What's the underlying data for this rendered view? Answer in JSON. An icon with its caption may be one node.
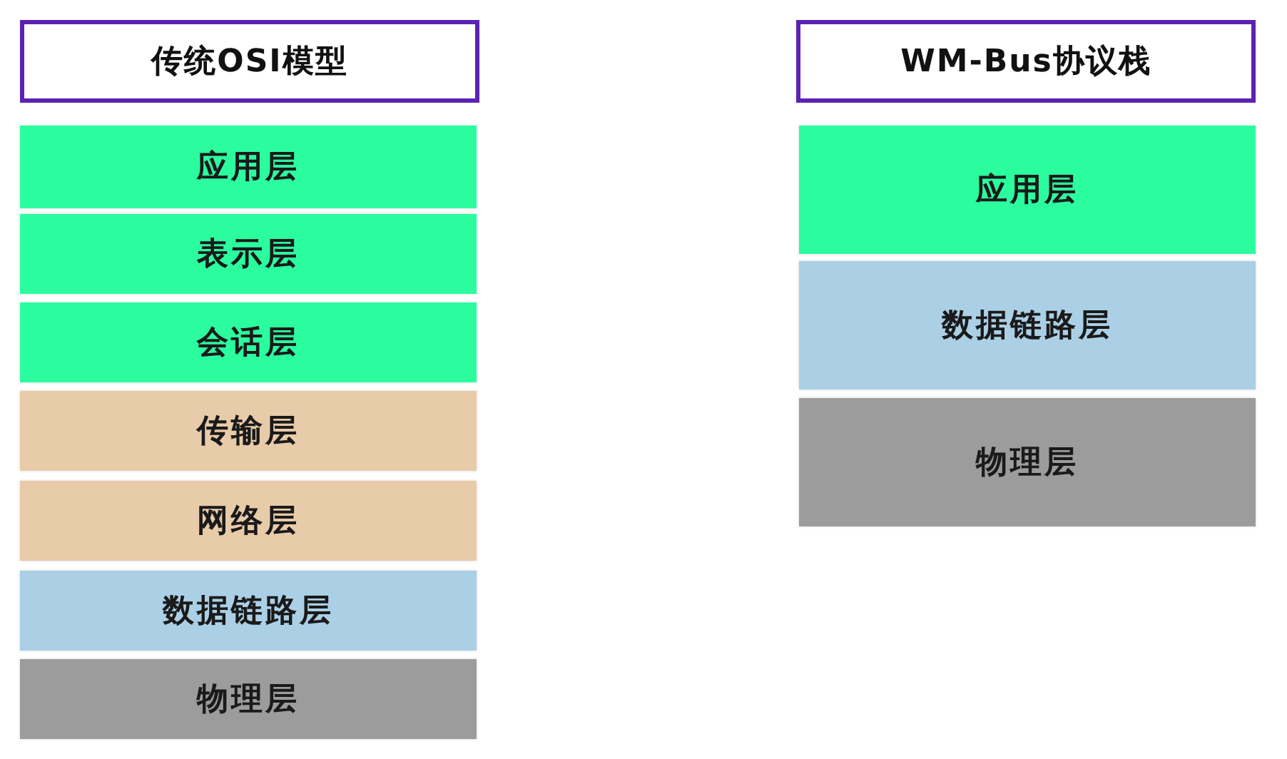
{
  "diagram": {
    "nodes": [
      {
        "text": [
          "传统OSI模型"
        ]
      },
      {
        "text": [
          "WM-Bus协议栈"
        ]
      },
      {
        "text": [
          "应用层"
        ]
      },
      {
        "text": [
          "应用层"
        ]
      },
      {
        "text": [
          "表示层"
        ]
      },
      {
        "text": [
          "数据链路层"
        ]
      },
      {
        "text": [
          "会话层"
        ]
      },
      {
        "text": [
          "物理层"
        ]
      },
      {
        "text": [
          "传输层"
        ]
      },
      {
        "text": [
          "网络层"
        ]
      },
      {
        "text": [
          "数据链路层"
        ]
      },
      {
        "text": [
          "物理层"
        ]
      }
    ]
  }
}
